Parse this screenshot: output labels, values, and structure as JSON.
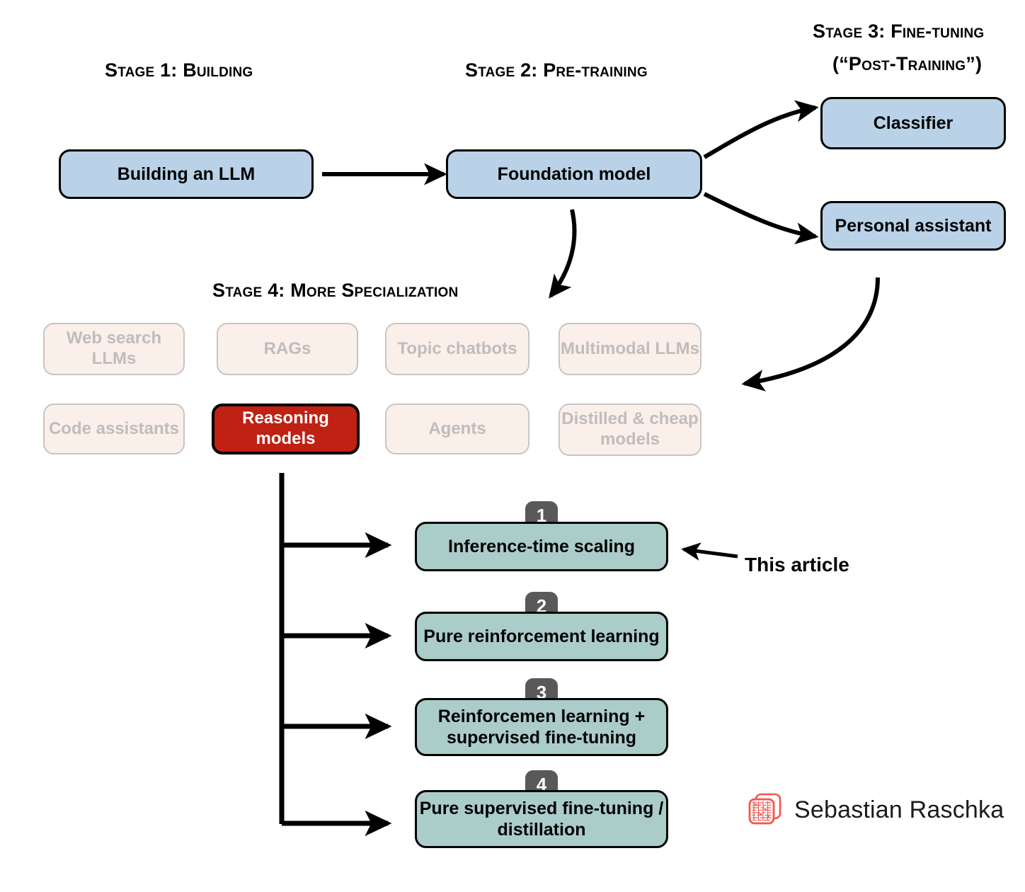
{
  "diagram": {
    "title_stages": [
      {
        "id": "stage1",
        "label": "Stage 1: Building"
      },
      {
        "id": "stage2",
        "label": "Stage 2: Pre-training"
      },
      {
        "id": "stage3_line1",
        "label": "Stage 3: Fine-tuning"
      },
      {
        "id": "stage3_line2",
        "label": "(“Post-Training”)"
      },
      {
        "id": "stage4",
        "label": "Stage 4: More Specialization"
      }
    ],
    "pipeline_nodes": [
      {
        "id": "building-an-llm",
        "label": "Building an LLM"
      },
      {
        "id": "foundation-model",
        "label": "Foundation model"
      },
      {
        "id": "classifier",
        "label": "Classifier"
      },
      {
        "id": "personal-assistant",
        "label": "Personal assistant"
      }
    ],
    "specialization_nodes": [
      {
        "id": "web-search-llms",
        "label": "Web search LLMs",
        "state": "faded"
      },
      {
        "id": "rags",
        "label": "RAGs",
        "state": "faded"
      },
      {
        "id": "topic-chatbots",
        "label": "Topic chatbots",
        "state": "faded"
      },
      {
        "id": "multimodal-llms",
        "label": "Multimodal LLMs",
        "state": "faded"
      },
      {
        "id": "code-assistants",
        "label": "Code assistants",
        "state": "faded"
      },
      {
        "id": "reasoning-models",
        "label": "Reasoning models",
        "state": "highlighted"
      },
      {
        "id": "agents",
        "label": "Agents",
        "state": "faded"
      },
      {
        "id": "distilled-cheap-models",
        "label": "Distilled & cheap models",
        "state": "faded"
      }
    ],
    "approach_nodes": [
      {
        "id": "inference-time-scaling",
        "number": "1",
        "label": "Inference-time scaling"
      },
      {
        "id": "pure-reinforcement-learning",
        "number": "2",
        "label": "Pure reinforcement learning"
      },
      {
        "id": "rl-plus-sft",
        "number": "3",
        "label": "Reinforcemen learning + supervised fine-tuning"
      },
      {
        "id": "pure-sft-distillation",
        "number": "4",
        "label": "Pure supervised fine-tuning / distillation"
      }
    ],
    "annotation": {
      "label": "This article"
    },
    "signature": {
      "name": "Sebastian Raschka",
      "icon": "stacked-cards-logo-icon"
    },
    "colors": {
      "blue_fill": "#b9d2e8",
      "green_fill": "#abcdc9",
      "red_fill": "#bf2113",
      "faded_fill": "#fbefea",
      "faded_border": "#c9c4c3",
      "faded_text": "#bfbdbc",
      "badge_fill": "#595959",
      "stroke": "#000000",
      "logo_red": "#f4564c"
    }
  }
}
